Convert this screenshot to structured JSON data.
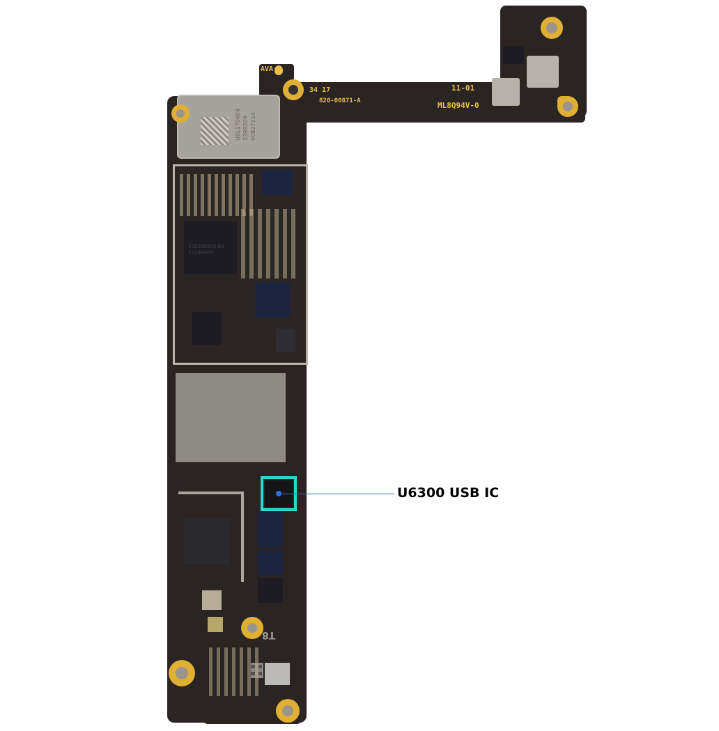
{
  "figure": {
    "subject": "iPhone logic board",
    "annotation": {
      "label": "U6300 USB IC",
      "highlight_color": "#2fd3cf",
      "leader_color": "#3a6fb5",
      "marker_color": "#2f6fe0"
    },
    "silkscreen": {
      "logo_text": "AVA",
      "date_code": "34 17",
      "part_number": "820-00871-A",
      "board_code": "11-01",
      "ul_mark": "ML8Q94V-0",
      "bottom_mark": "T8"
    },
    "chip_markings": {
      "top_shield_can": [
        "U8L170604",
        "3399209",
        "00827114"
      ],
      "processor_chip": [
        "338S00309-B0",
        "1729PHF6"
      ]
    }
  }
}
